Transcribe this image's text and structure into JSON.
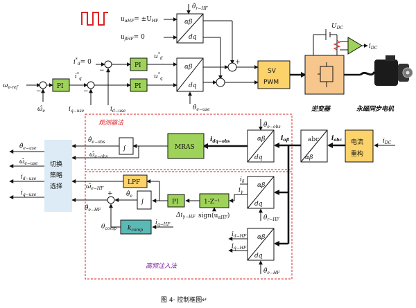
{
  "blocks": {
    "pi": "PI",
    "sv_pwm_line1": "SV",
    "sv_pwm_line2": "PWM",
    "park_top": "αβ",
    "park_bottom": "dq",
    "mras": "MRAS",
    "integrator": "∫",
    "lpf": "LPF",
    "one_minus_z": "1-Z⁻¹",
    "kcomp": "k",
    "kcomp_sub": "comp",
    "clarke_top": "abc",
    "clarke_bottom": "αβ",
    "current_recon_line1": "电流",
    "current_recon_line2": "重构",
    "switch_line1": "切换",
    "switch_line2": "策略",
    "switch_line3": "选择"
  },
  "labels": {
    "inverter": "逆变器",
    "pmsm": "永磁同步电机",
    "observer_method": "观测器法",
    "hf_injection_method": "高频注入法",
    "caption": "图 4· 控制框图↵",
    "udc": "U",
    "udc_sub": "DC",
    "idc": "i",
    "idc_sub": "DC",
    "idc2": "i",
    "idc2_sub": "DC",
    "iabc": "i",
    "iabc_sub": "abc",
    "ialphabeta": "i",
    "ialphabeta_sub": "αβ",
    "idq_obs": "i",
    "idq_obs_sub": "dq−obs",
    "u_ahf_pm": "u",
    "u_ahf_pm_sub": "αHF",
    "u_ahf_pm_val": "= ±U",
    "u_ahf_pm_val_sub": "HF",
    "u_bhf": "u",
    "u_bhf_sub": "βHF",
    "u_bhf_val": "= 0",
    "theta_rhf": "θ̂",
    "theta_rhf_sub": "r−HF",
    "theta_euse": "θ̂",
    "theta_euse_sub": "e−use",
    "theta_eobs": "θ̂",
    "theta_eobs_sub": "e−obs",
    "id_ref": "i",
    "id_ref_sup": "*",
    "id_ref_sub": "d",
    "id_ref_val": "= 0",
    "iq_ref": "i",
    "iq_ref_sup": "*",
    "iq_ref_sub": "q",
    "ud_ref": "u",
    "ud_ref_sup": "*",
    "ud_ref_sub": "d",
    "uq_ref": "u",
    "uq_ref_sup": "*",
    "uq_ref_sub": "q",
    "we_ref": "ω",
    "we_ref_sub": "e-ref",
    "we_hat": "ω̂",
    "we_hat_sub": "e",
    "iq_use": "i",
    "iq_use_sub": "q−use",
    "id_use": "i",
    "id_use_sub": "d−use",
    "out_theta_use": "θ̂",
    "out_theta_use_sub": "e−use",
    "out_we_use": "ω̂",
    "out_we_use_sub": "e−use",
    "out_id_use": "i",
    "out_id_use_sub": "d−use",
    "out_iq_use": "i",
    "out_iq_use_sub": "q−use",
    "in_theta_obs": "θ̂",
    "in_theta_obs_sub": "e−obs",
    "in_we_obs": "ω̂",
    "in_we_obs_sub": "e−obs",
    "in_we_hf": "ω̂",
    "in_we_hf_sub": "e−HF",
    "in_theta_hf": "θ̂",
    "in_theta_hf_sub": "e−HF",
    "in_id_hf": "i",
    "in_id_hf_sub": "d−HF",
    "in_iq_hf": "i",
    "in_iq_hf_sub": "q−HF",
    "theta_comp": "θ",
    "theta_comp_sub": "comp",
    "iq_hf_in": "i",
    "iq_hf_in_sub": "q−HF",
    "theta_e_hf": "θ̂",
    "theta_e_hf_sub": "e",
    "delta_i": "Δi",
    "delta_i_sub": "γ−HF",
    "sign_label": "sign(u",
    "sign_label_sub": "αHF",
    "sign_label_end": ")",
    "theta_rhf2": "θ̂",
    "theta_rhf2_sub": "r−HF",
    "theta_ehf2": "θ̂",
    "theta_ehf2_sub": "e−HF",
    "i_delta": "i",
    "i_delta_sub": "δ",
    "i_gamma": "i",
    "i_gamma_sub": "γ",
    "i_dhf_out": "i",
    "i_dhf_out_sub": "d−HF",
    "i_qhf_out": "i",
    "i_qhf_out_sub": "q−HF",
    "minus": "−",
    "plus": "+"
  }
}
